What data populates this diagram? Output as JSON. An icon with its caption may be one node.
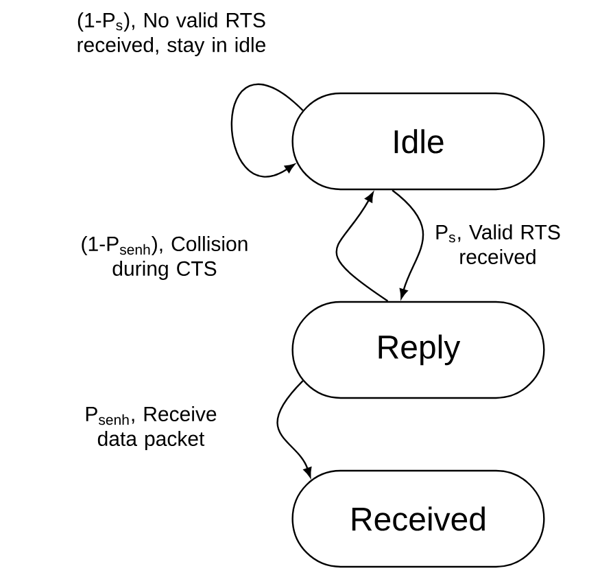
{
  "diagram": {
    "nodes": [
      {
        "text": [
          "Idle"
        ]
      },
      {
        "text": [
          "Reply"
        ]
      },
      {
        "text": [
          "Received"
        ]
      }
    ],
    "edges": [
      {
        "from": 0,
        "to": 0,
        "arrow": "to",
        "label": "(1-P$_{s}$), No valid RTS received, stay in idle"
      },
      {
        "from": 0,
        "to": 1,
        "arrow": "to",
        "label": "P$_{s}$, Valid RTS received"
      },
      {
        "from": 1,
        "to": 0,
        "arrow": "to",
        "label": "(1-P$_{senh}$), Collision during CTS"
      },
      {
        "from": 1,
        "to": 2,
        "arrow": "to",
        "label": "P$_{senh}$, Receive data packet"
      }
    ]
  }
}
